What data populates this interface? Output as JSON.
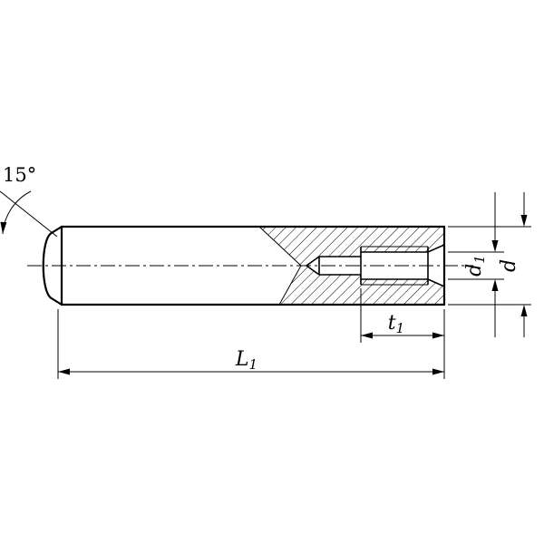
{
  "figure": {
    "background": "#ffffff",
    "line_color": "#000000",
    "annotations": {
      "chamfer_angle": "15°",
      "dims": {
        "d1": {
          "base": "d",
          "sub": "1"
        },
        "d": {
          "base": "d",
          "sub": ""
        },
        "t1": {
          "base": "t",
          "sub": "1"
        },
        "L1": {
          "base": "L",
          "sub": "1"
        }
      }
    }
  }
}
